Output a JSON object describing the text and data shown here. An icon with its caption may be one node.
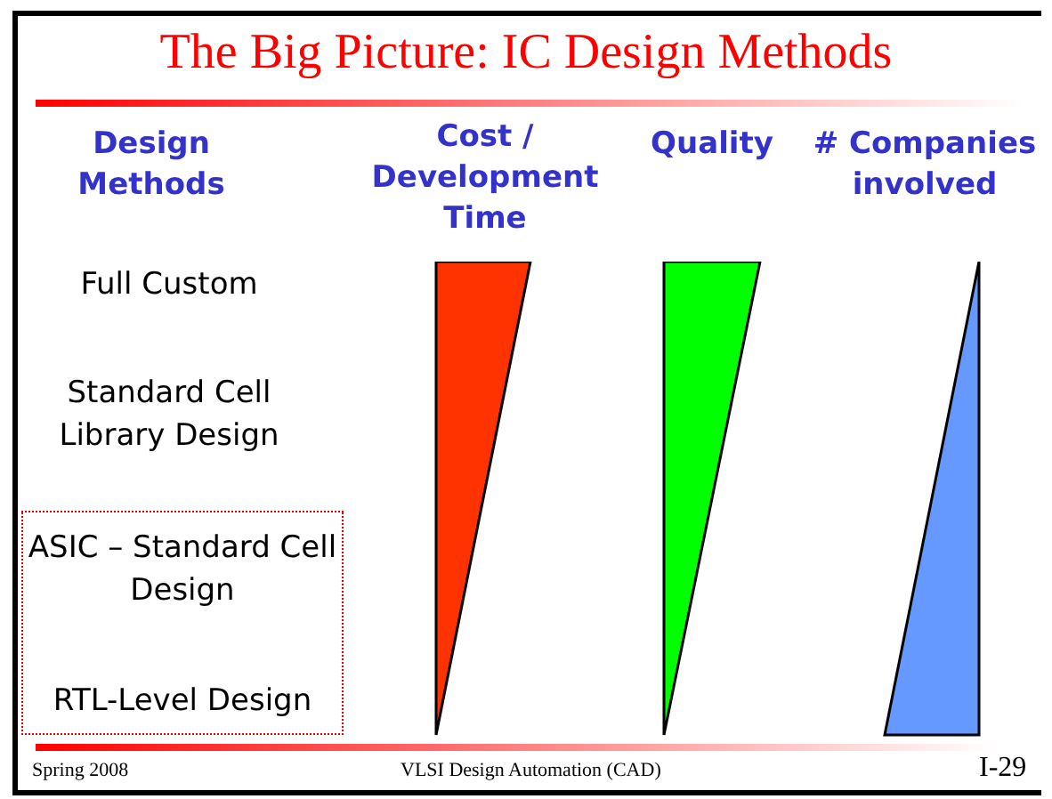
{
  "diagram": {
    "title": "The Big Picture: IC Design Methods",
    "nodes": [
      {
        "text": [
          "ASIC – Standard Cell Design",
          "RTL-Level Design"
        ]
      },
      {
        "text": [],
        "shape": "triangle"
      },
      {
        "text": [],
        "shape": "triangle"
      },
      {
        "text": [],
        "shape": "triangle"
      }
    ],
    "labels": [
      "Design Methods",
      "Cost / Development Time",
      "Quality",
      "# Companies involved",
      "Full Custom",
      "Standard Cell Library Design",
      "Spring 2008",
      "VLSI Design Automation (CAD)",
      "I-29"
    ]
  }
}
